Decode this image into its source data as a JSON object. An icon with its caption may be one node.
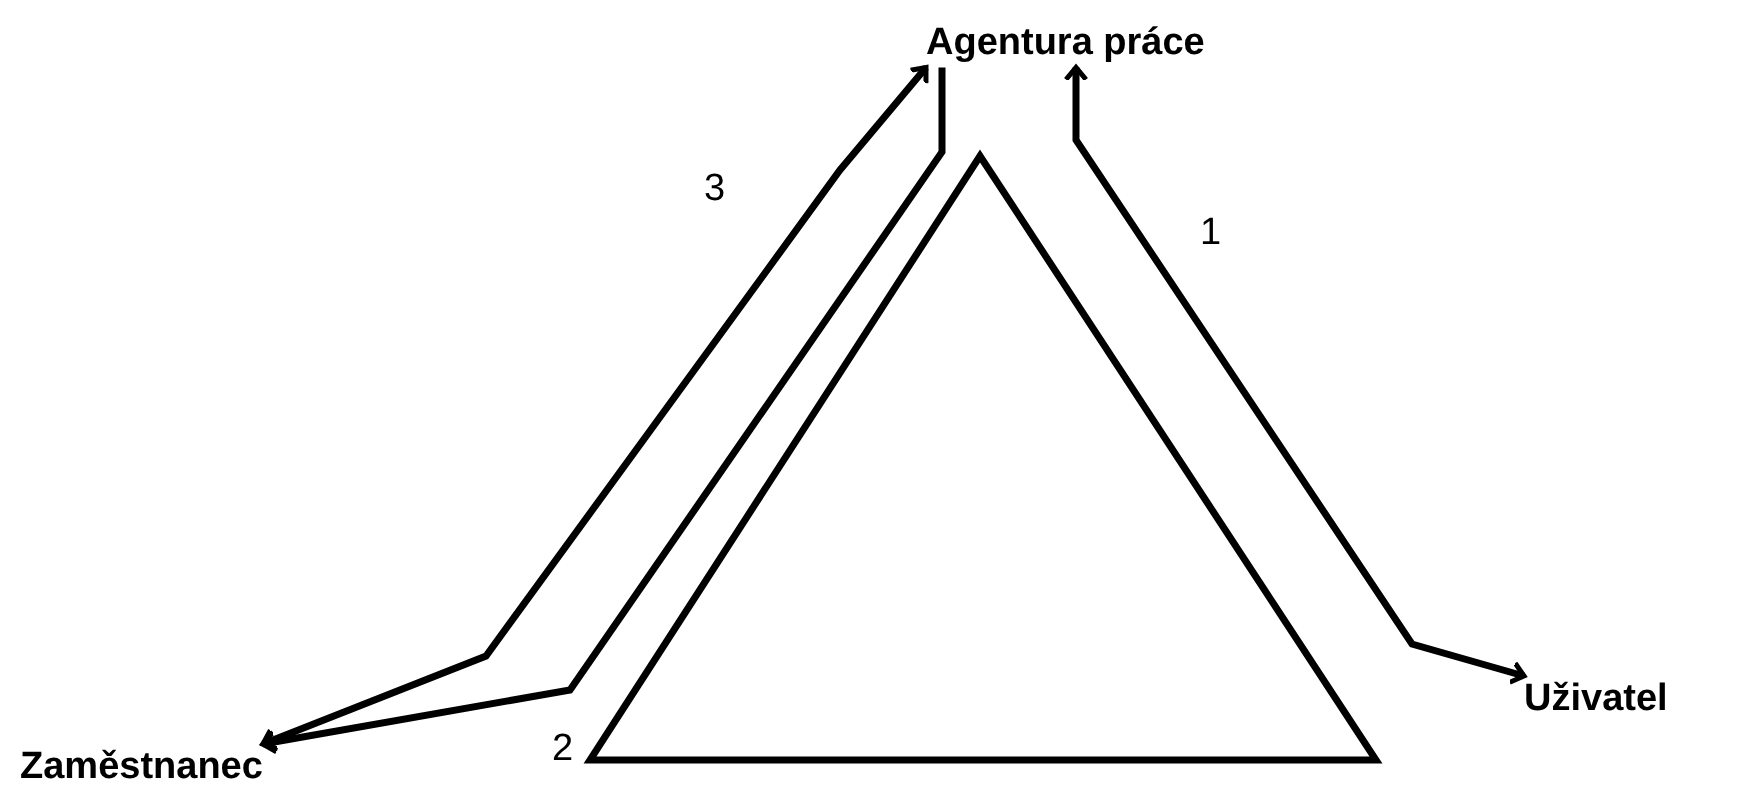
{
  "diagram": {
    "nodes": [
      {
        "text": [
          "Agentura práce"
        ]
      },
      {
        "text": [
          "Uživatel"
        ]
      },
      {
        "text": [
          "Zaměstnanec"
        ]
      }
    ],
    "edges": [
      {
        "from": 0,
        "to": 1,
        "arrow": "both",
        "label": "1"
      },
      {
        "from": 0,
        "to": 2,
        "arrow": "to",
        "label": "2"
      },
      {
        "from": 0,
        "to": 2,
        "arrow": "both",
        "label": "3"
      }
    ]
  }
}
